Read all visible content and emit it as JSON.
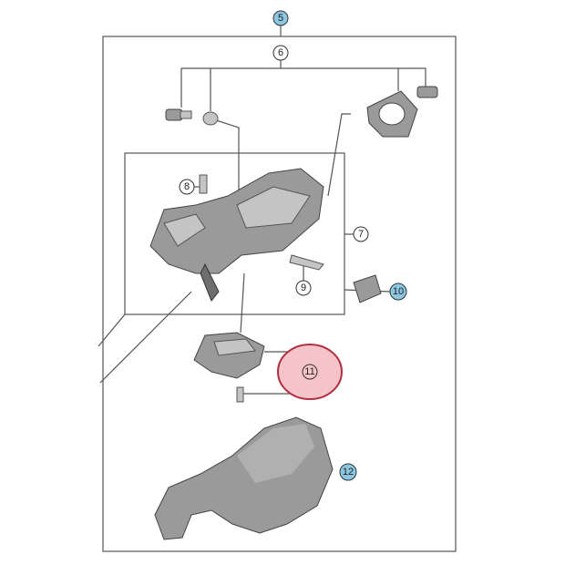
{
  "diagram": {
    "callouts": [
      {
        "id": "c5",
        "label": "5",
        "style": "highlight"
      },
      {
        "id": "c6",
        "label": "6",
        "style": "plain"
      },
      {
        "id": "c7",
        "label": "7",
        "style": "plain"
      },
      {
        "id": "c8",
        "label": "8",
        "style": "plain"
      },
      {
        "id": "c9",
        "label": "9",
        "style": "plain"
      },
      {
        "id": "c10",
        "label": "10",
        "style": "highlight"
      },
      {
        "id": "c11",
        "label": "11",
        "style": "plain"
      },
      {
        "id": "c12",
        "label": "12",
        "style": "highlight"
      }
    ],
    "colors": {
      "highlight": "#8cc6e0",
      "selected_region": "#f4c4c8",
      "selected_border": "#b03040"
    }
  }
}
